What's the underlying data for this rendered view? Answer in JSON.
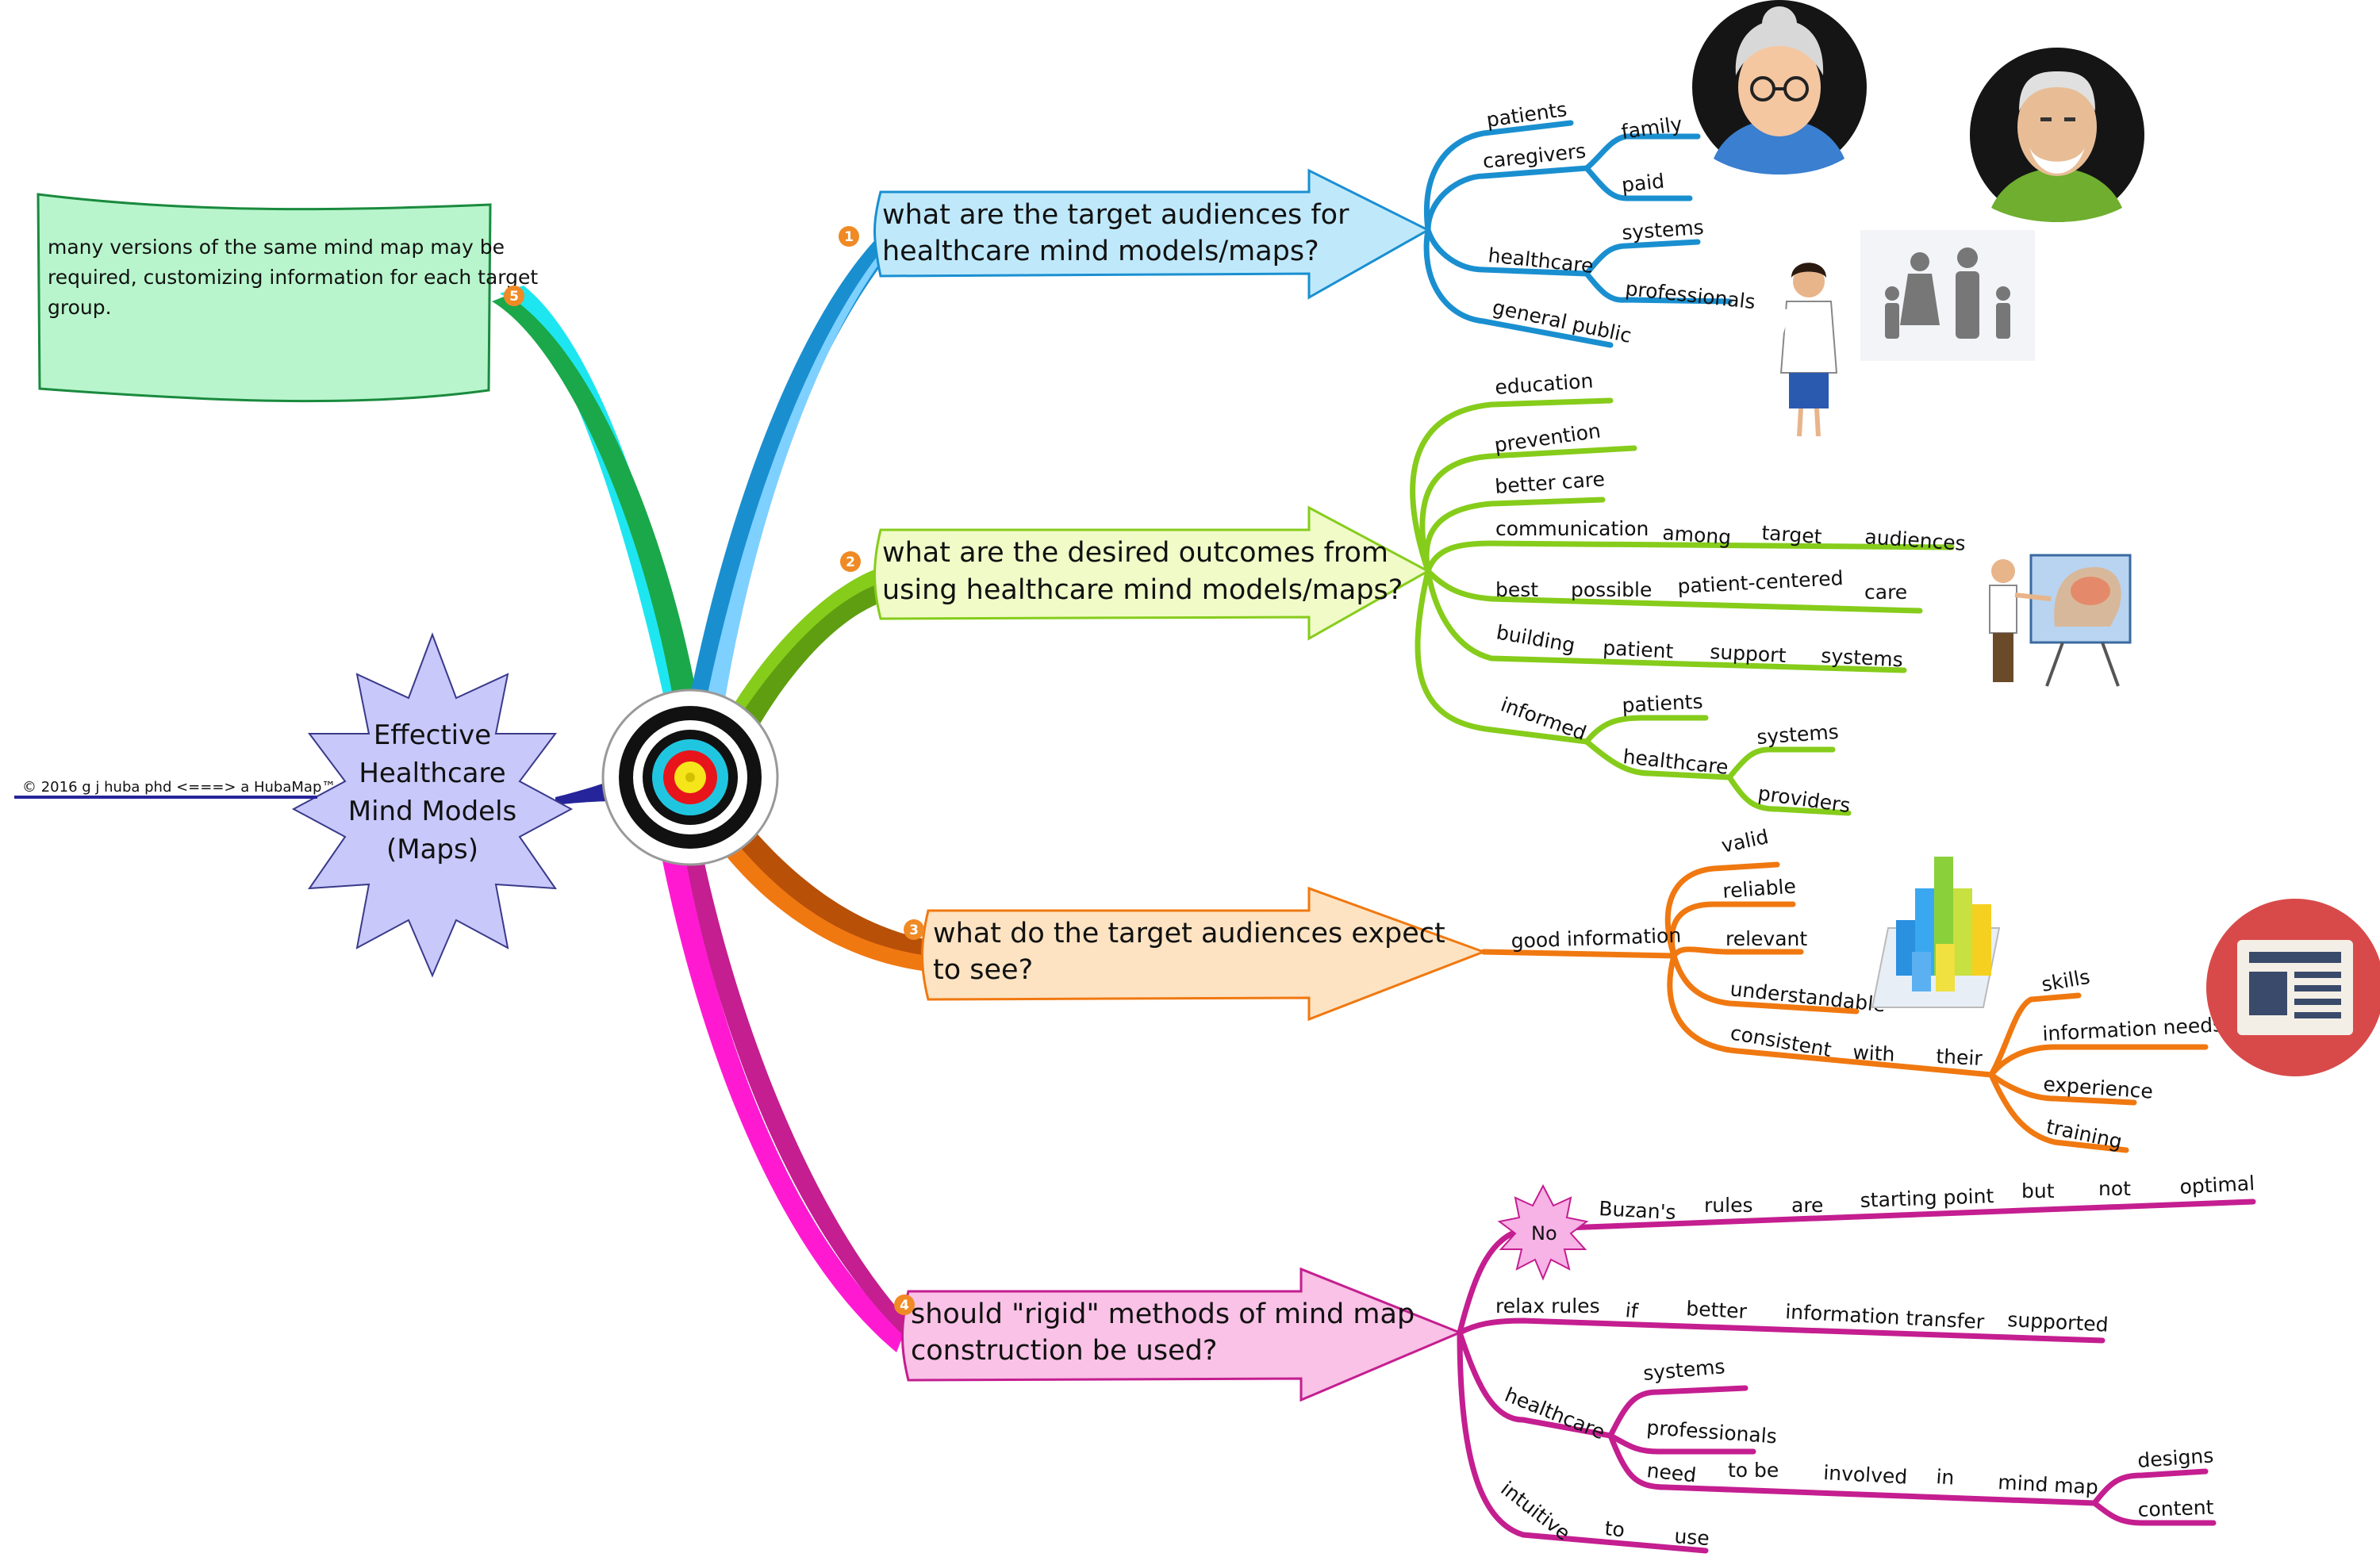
{
  "central": {
    "lines": [
      "Effective",
      "Healthcare",
      "Mind Models",
      "(Maps)"
    ],
    "copyright": "© 2016 g j huba phd <===> a HubaMap™"
  },
  "note": {
    "badge": "5",
    "lines": [
      "many versions of the same mind map may be",
      "required, customizing information for each target",
      "group."
    ]
  },
  "topics": [
    {
      "badge": "1",
      "lines": [
        "what are the target audiences for",
        "healthcare mind models/maps?"
      ],
      "color": "#1a8fd0",
      "fill": "#bfe9fb"
    },
    {
      "badge": "2",
      "lines": [
        "what are the desired outcomes from",
        "using healthcare mind models/maps?"
      ],
      "color": "#86cc1b",
      "fill": "#f0fbc8"
    },
    {
      "badge": "3",
      "lines": [
        "what do the target audiences expect",
        "to see?"
      ],
      "color": "#f07810",
      "fill": "#fde3c2"
    },
    {
      "badge": "4",
      "lines": [
        "should \"rigid\" methods of mind map",
        "construction be used?"
      ],
      "color": "#c41e90",
      "fill": "#f9c2e6"
    }
  ],
  "branch1": {
    "patients": "patients",
    "caregivers": "caregivers",
    "family": "family",
    "paid": "paid",
    "healthcare": "healthcare",
    "systems": "systems",
    "professionals": "professionals",
    "general_public": "general public"
  },
  "branch2": {
    "education": "education",
    "prevention": "prevention",
    "better_care": "better care",
    "communication": "communication",
    "among": "among",
    "target": "target",
    "audiences": "audiences",
    "best": "best",
    "possible": "possible",
    "patient_centered": "patient-centered",
    "care": "care",
    "building": "building",
    "patient": "patient",
    "support": "support",
    "systems": "systems",
    "informed": "informed",
    "patients": "patients",
    "healthcare": "healthcare",
    "systems2": "systems",
    "providers": "providers"
  },
  "branch3": {
    "good_information": "good information",
    "valid": "valid",
    "reliable": "reliable",
    "relevant": "relevant",
    "understandable": "understandable",
    "consistent": "consistent",
    "with": "with",
    "their": "their",
    "skills": "skills",
    "information_needs": "information needs",
    "experience": "experience",
    "training": "training"
  },
  "branch4": {
    "no": "No",
    "buzans": "Buzan's",
    "rules": "rules",
    "are": "are",
    "starting_point": "starting point",
    "but": "but",
    "not": "not",
    "optimal": "optimal",
    "relax_rules": "relax rules",
    "if": "if",
    "better": "better",
    "information_transfer": "information transfer",
    "supported": "supported",
    "healthcare": "healthcare",
    "systems": "systems",
    "professionals": "professionals",
    "need": "need",
    "to_be": "to be",
    "involved": "involved",
    "in": "in",
    "mind_map": "mind map",
    "designs": "designs",
    "content": "content",
    "intuitive": "intuitive",
    "to": "to",
    "use": "use"
  },
  "colors": {
    "cyan": "#1ee6f0",
    "green": "#1aa84a",
    "blue": "#1a8fd0",
    "lime": "#86cc1b",
    "orange": "#f07810",
    "magenta": "#c41e90",
    "navy": "#26249a",
    "badge": "#f08a24"
  },
  "icons": [
    "older-woman-avatar-icon",
    "older-man-avatar-icon",
    "doctor-figure-icon",
    "family-icon",
    "presenter-brain-icon",
    "bar-chart-3d-icon",
    "newspaper-icon",
    "target-icon"
  ]
}
